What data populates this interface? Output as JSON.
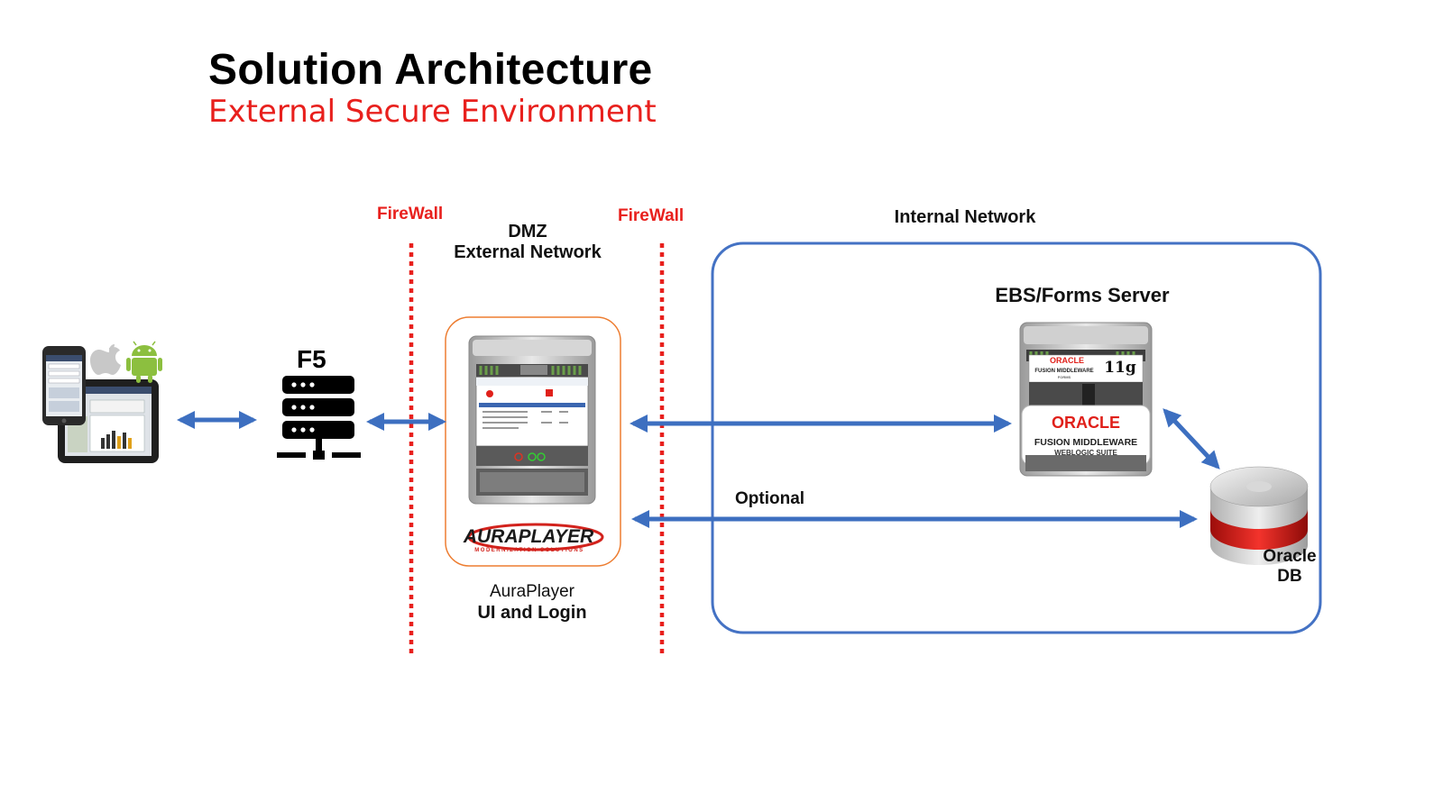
{
  "header": {
    "title": "Solution Architecture",
    "subtitle": "External Secure Environment"
  },
  "zones": {
    "firewall_left": "FireWall",
    "firewall_right": "FireWall",
    "dmz_line1": "DMZ",
    "dmz_line2": "External Network",
    "internal_network": "Internal Network"
  },
  "nodes": {
    "f5_label": "F5",
    "ebs_label": "EBS/Forms Server",
    "auraplayer_line1": "AuraPlayer",
    "auraplayer_line2": "UI and Login",
    "auraplayer_logo": "AURAPLAYER",
    "auraplayer_logo_tagline": "MODERNIZATION SOLUTIONS",
    "oracle_db_line1": "Oracle",
    "oracle_db_line2": "DB",
    "oracle_forms_brand": "ORACLE",
    "oracle_forms_sub": "FUSION MIDDLEWARE",
    "oracle_forms_sub2": "FORMS",
    "oracle_forms_version": "11g",
    "oracle_weblogic_brand": "ORACLE",
    "oracle_weblogic_line1": "FUSION MIDDLEWARE",
    "oracle_weblogic_line2": "WEBLOGIC SUITE"
  },
  "connections": {
    "optional_label": "Optional"
  },
  "colors": {
    "title": "#000000",
    "subtitle": "#e8201d",
    "firewall": "#e8201d",
    "arrow": "#3d6fc0",
    "internal_box": "#4472c4",
    "dmz_box": "#ed7d31",
    "oracle_red": "#e0201a"
  }
}
